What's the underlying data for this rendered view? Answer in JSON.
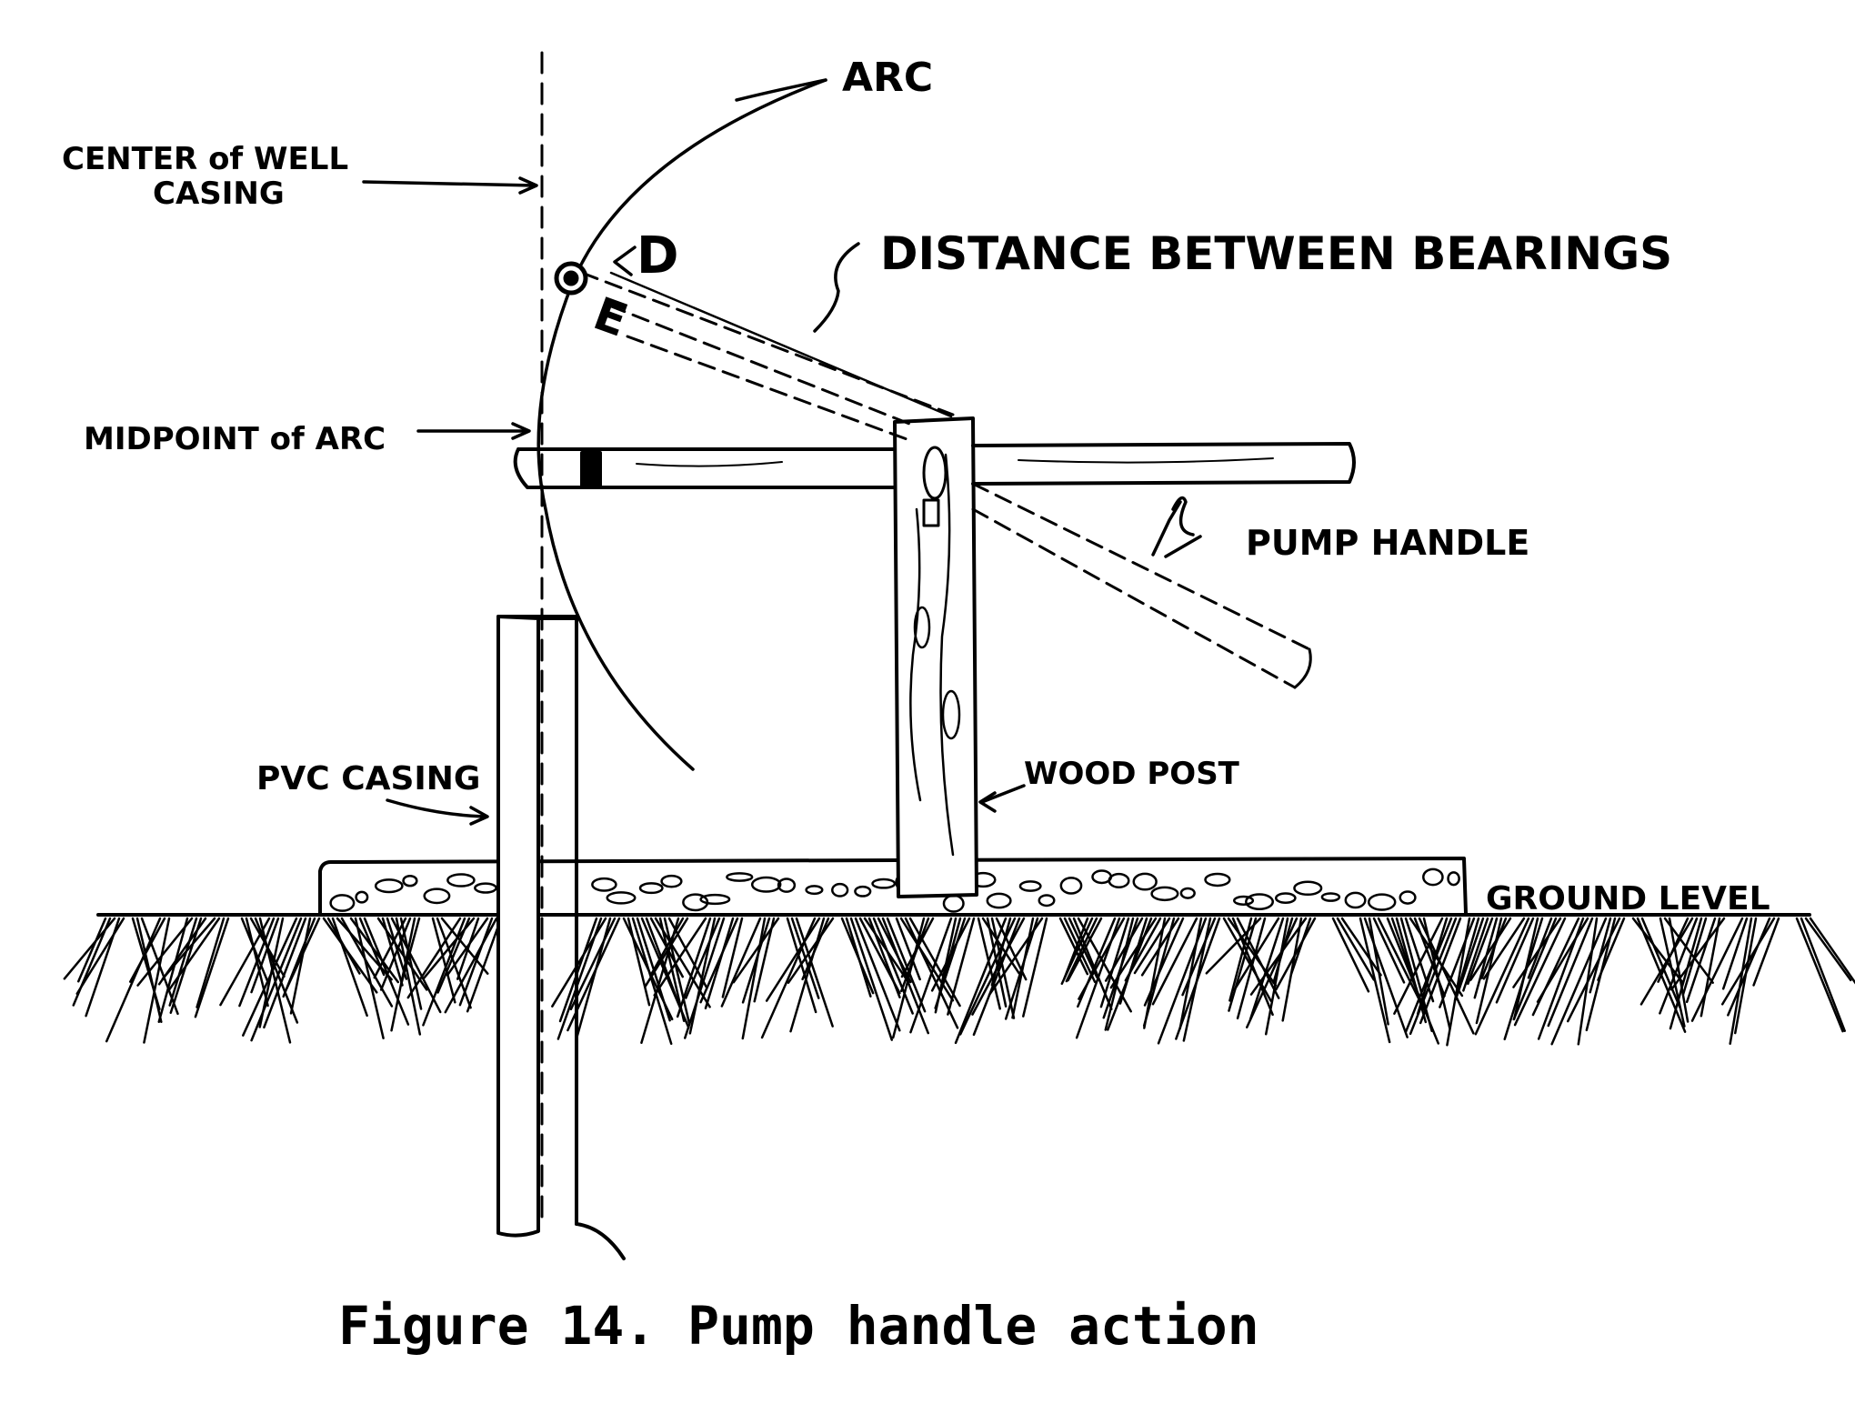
{
  "figure": {
    "caption": "Figure 14. Pump handle action",
    "labels": {
      "arc": "ARC",
      "center_line1": "CENTER of WELL",
      "center_line2": "CASING",
      "distance": "DISTANCE BETWEEN BEARINGS",
      "midpoint": "MIDPOINT of ARC",
      "pump_handle": "PUMP HANDLE",
      "pvc_casing": "PVC CASING",
      "wood_post": "WOOD POST",
      "ground_level": "GROUND LEVEL",
      "point_d": "D",
      "point_e": "E"
    }
  }
}
